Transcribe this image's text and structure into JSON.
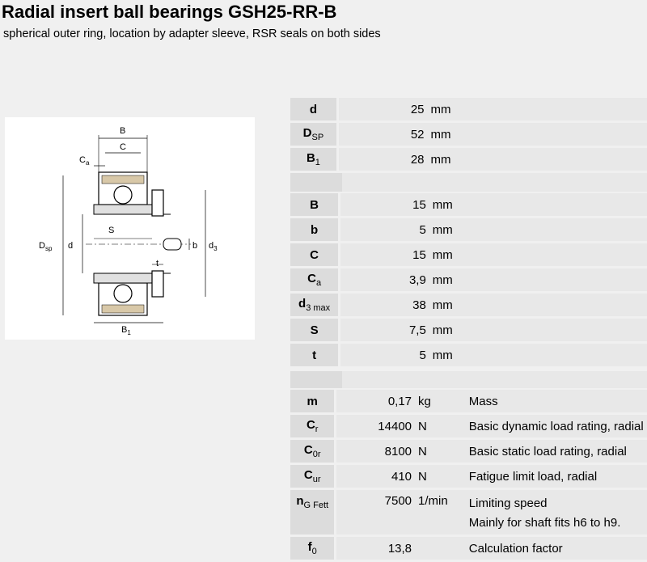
{
  "title": "Radial insert ball bearings GSH25-RR-B",
  "subtitle": "spherical outer ring, location by adapter sleeve, RSR seals on both sides",
  "diagram": {
    "labels": {
      "B": "B",
      "C": "C",
      "Ca": "C",
      "Ca_sub": "a",
      "Dsp": "D",
      "Dsp_sub": "sp",
      "d": "d",
      "S": "S",
      "b": "b",
      "d3": "d",
      "d3_sub": "3",
      "t": "t",
      "B1": "B",
      "B1_sub": "1"
    }
  },
  "group1": [
    {
      "sym": "d",
      "sub": "",
      "value": "25",
      "unit": "mm"
    },
    {
      "sym": "D",
      "sub": "SP",
      "value": "52",
      "unit": "mm"
    },
    {
      "sym": "B",
      "sub": "1",
      "value": "28",
      "unit": "mm"
    }
  ],
  "group2": [
    {
      "sym": "B",
      "sub": "",
      "value": "15",
      "unit": "mm"
    },
    {
      "sym": "b",
      "sub": "",
      "value": "5",
      "unit": "mm"
    },
    {
      "sym": "C",
      "sub": "",
      "value": "15",
      "unit": "mm"
    },
    {
      "sym": "C",
      "sub": "a",
      "value": "3,9",
      "unit": "mm"
    },
    {
      "sym": "d",
      "sub": "3 max",
      "value": "38",
      "unit": "mm"
    },
    {
      "sym": "S",
      "sub": "",
      "value": "7,5",
      "unit": "mm"
    },
    {
      "sym": "t",
      "sub": "",
      "value": "5",
      "unit": "mm"
    }
  ],
  "group3": [
    {
      "sym": "m",
      "sub": "",
      "value": "0,17",
      "unit": "kg",
      "desc": "Mass"
    },
    {
      "sym": "C",
      "sub": "r",
      "value": "14400",
      "unit": "N",
      "desc": "Basic dynamic load rating, radial"
    },
    {
      "sym": "C",
      "sub": "0r",
      "value": "8100",
      "unit": "N",
      "desc": "Basic static load rating, radial"
    },
    {
      "sym": "C",
      "sub": "ur",
      "value": "410",
      "unit": "N",
      "desc": "Fatigue limit load, radial"
    },
    {
      "sym": "n",
      "sub": "G Fett",
      "value": "7500",
      "unit": "1/min",
      "desc": "Limiting speed",
      "desc2": "Mainly for shaft fits h6 to h9."
    },
    {
      "sym": "f",
      "sub": "0",
      "value": "13,8",
      "unit": "",
      "desc": "Calculation factor"
    }
  ]
}
